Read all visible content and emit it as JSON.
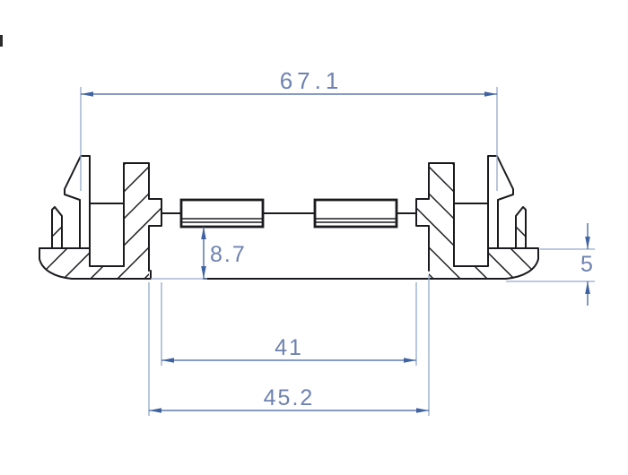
{
  "drawing": {
    "type": "technical-cross-section-profile",
    "dimensions": {
      "overall_width": {
        "label": "67.1"
      },
      "inner_depth": {
        "label": "8.7"
      },
      "inner_width": {
        "label": "41"
      },
      "cavity_width": {
        "label": "45.2"
      },
      "base_thickness": {
        "label": "5"
      }
    },
    "colors": {
      "outline": "#1b1b1f",
      "dimension": "#3f62a0",
      "dimension_text": "#6e82b0",
      "extension": "#93a9c9"
    }
  }
}
